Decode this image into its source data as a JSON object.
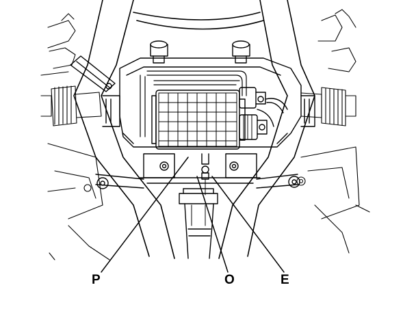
{
  "callouts": {
    "p": "P",
    "o": "O",
    "e": "E"
  },
  "colors": {
    "line": "#000000",
    "background": "#ffffff"
  }
}
